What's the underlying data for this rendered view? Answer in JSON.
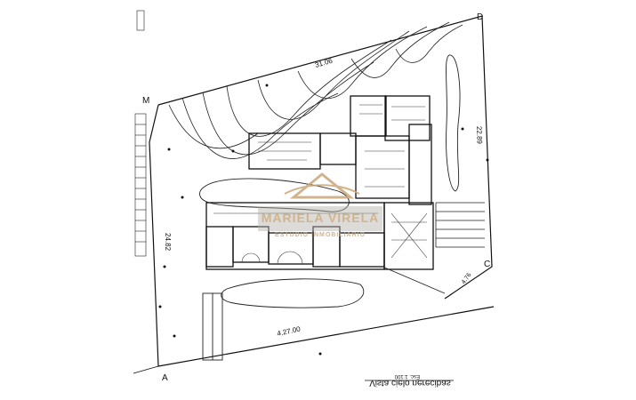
{
  "plan": {
    "dimensions": {
      "top": "31.06",
      "right": "22.89",
      "left": "24.82",
      "bottom": "4.27.00",
      "diagonal": "4.76"
    },
    "corners": {
      "a": "D",
      "b": "C",
      "c": "A",
      "d": "M"
    },
    "caption": "Vista cielo nerecibas",
    "scale": "Esc. 1:100"
  },
  "watermark": {
    "name": "MARIELA VIRELA",
    "tagline": "ESTUDIO INMOBILIARIO",
    "color": "#c9a77a"
  }
}
